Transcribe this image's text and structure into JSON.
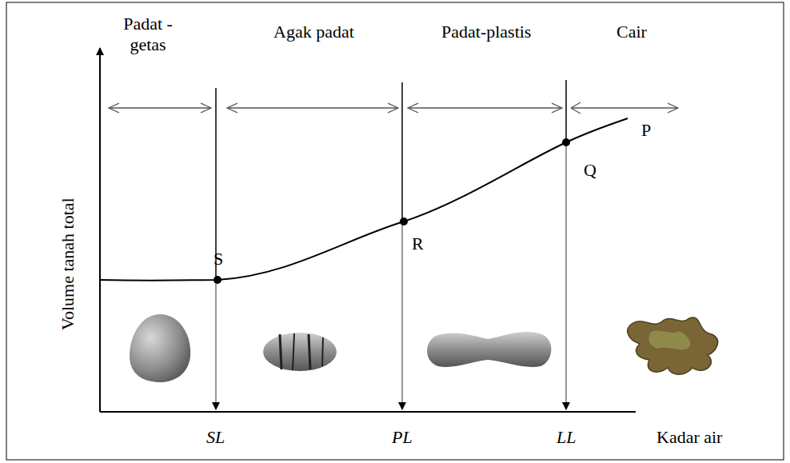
{
  "diagram": {
    "labels": [
      "Padat - getas",
      "Agak padat",
      "Padat-plastis",
      "Cair",
      "Volume tanah total",
      "S",
      "R",
      "Q",
      "P",
      "SL",
      "PL",
      "LL",
      "Kadar air"
    ]
  }
}
